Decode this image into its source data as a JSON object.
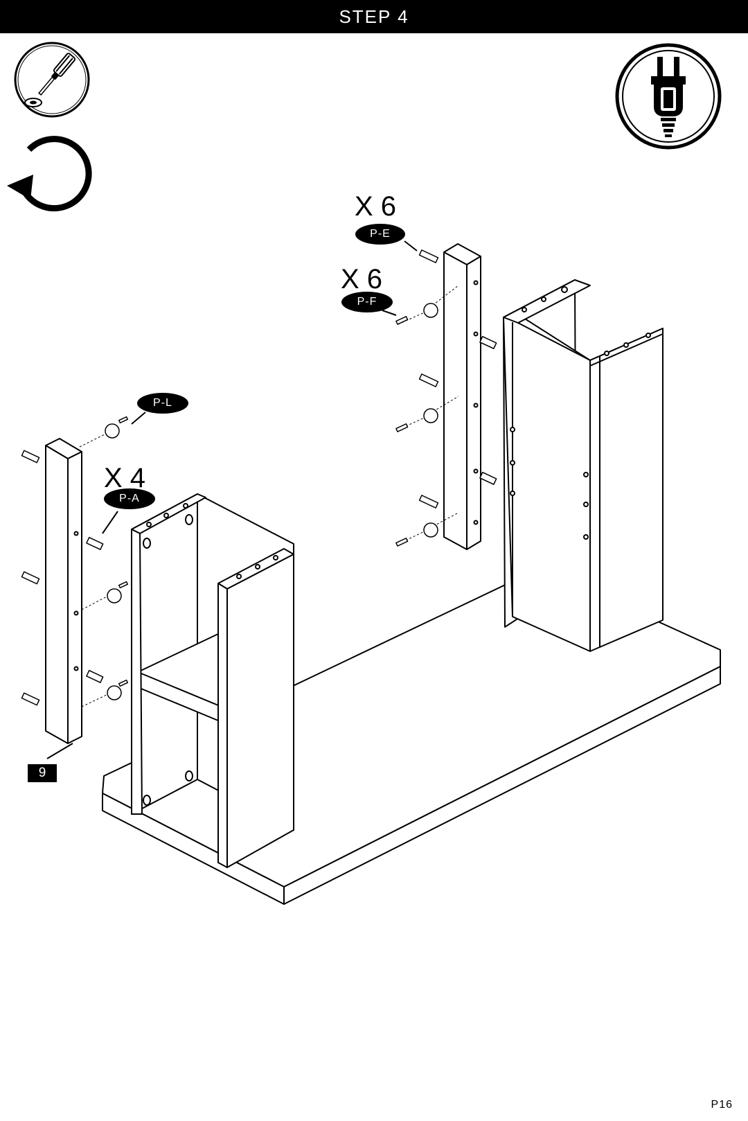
{
  "header": {
    "title": "STEP 4"
  },
  "icons": {
    "tool": "screwdriver-icon",
    "rotate": "rotate-counterclockwise-icon",
    "unplug": "unplug-power-icon"
  },
  "callouts": {
    "pe_qty": "X 6",
    "pe_label": "P-E",
    "pf_qty": "X 6",
    "pf_label": "P-F",
    "pl_label": "P-L",
    "pa_qty": "X 4",
    "pa_label": "P-A",
    "panel_number": "9"
  },
  "footer": {
    "page": "P16"
  }
}
